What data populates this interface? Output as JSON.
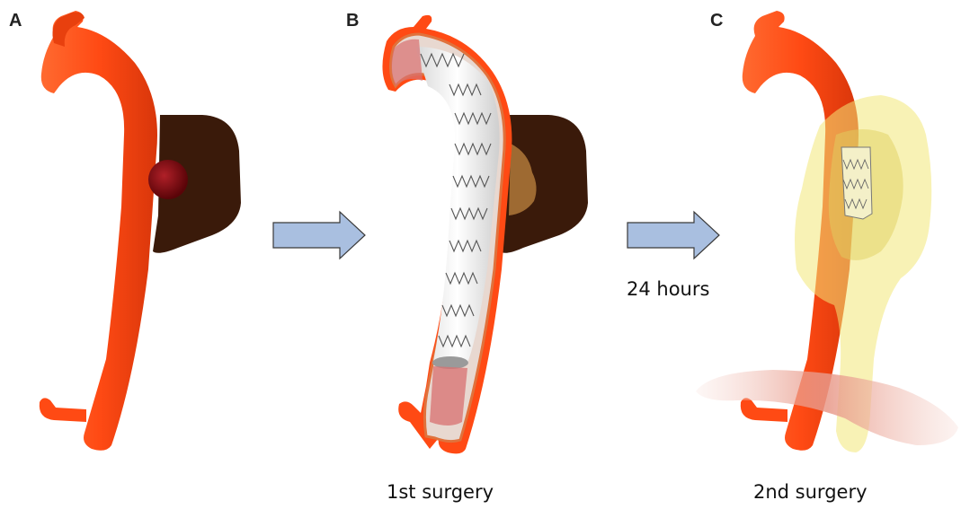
{
  "panels": [
    {
      "letter": "A",
      "caption": ""
    },
    {
      "letter": "B",
      "caption": "1st surgery"
    },
    {
      "letter": "C",
      "caption": "2nd surgery"
    }
  ],
  "arrows": [
    {
      "label": ""
    },
    {
      "label": "24 hours"
    }
  ],
  "colors": {
    "aorta": "#ff4a14",
    "aorta_dark": "#d8360a",
    "aorta_outline": "#e0723c",
    "hematoma": "#3a1a0a",
    "aneurysm": "#8a0f14",
    "stent": "#f2f2f2",
    "stent_wire": "#555555",
    "arrow_fill": "#a9bfe0",
    "arrow_stroke": "#3a3a3a",
    "flap": "#f2e879",
    "tissue": "#e8a898"
  }
}
